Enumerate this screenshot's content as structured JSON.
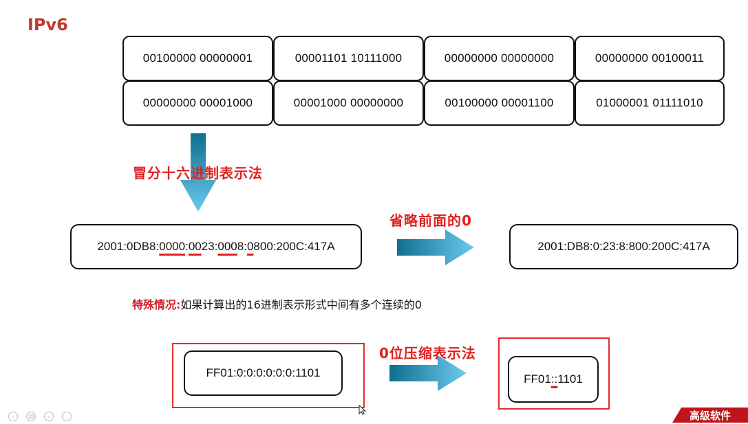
{
  "title": "IPv6",
  "binary_rows": [
    [
      "00100000 00000001",
      "00001101 10111000",
      "00000000 00000000",
      "00000000 00100011"
    ],
    [
      "00000000 00001000",
      "00001000 00000000",
      "00100000 00001100",
      "01000001 01111010"
    ]
  ],
  "label_hex_notation": "冒分十六进制表示法",
  "full_address": {
    "p1": "2001:0DB8:",
    "u1": "0",
    "p2": "000",
    "p3": ":",
    "u2": "00",
    "p4": "23:",
    "u3": "000",
    "p5": "8:",
    "u4": "0",
    "p6": "800:200C:417A"
  },
  "label_omit_leading": "省略前面的0",
  "short_address": "2001:DB8:0:23:8:800:200C:417A",
  "special_label": "特殊情况:",
  "special_text": "如果计算出的16进制表示形式中间有多个连续的0",
  "label_zero_compress": "0位压缩表示法",
  "zero_address": "FF01:0:0:0:0:0:0:1101",
  "compressed_address": {
    "before": "FF01",
    "marked": "::",
    "after": "1101"
  },
  "footer_brand": "高级软件",
  "colors": {
    "title": "#c0392b",
    "note": "#e02020",
    "arrow_dark": "#0f6f8f",
    "arrow_light": "#6cc9ee",
    "frame": "#e22d2d"
  }
}
